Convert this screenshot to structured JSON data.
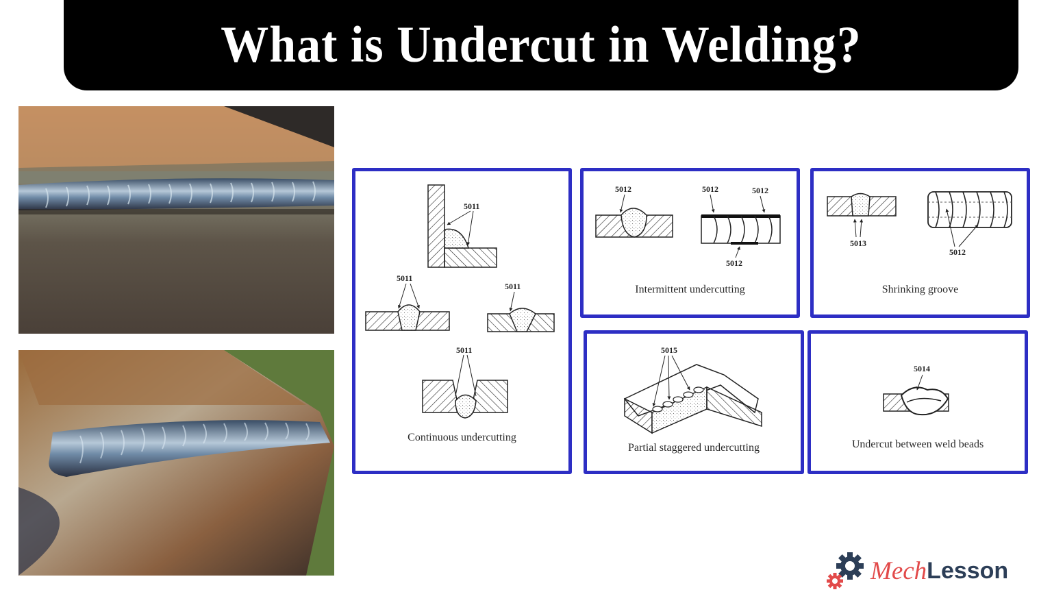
{
  "header": {
    "title": "What is Undercut in Welding?"
  },
  "photos": [
    {
      "name": "weld-photo-undercut-flat",
      "description": "Close-up photo of a weld bead showing undercut along its edge"
    },
    {
      "name": "weld-photo-undercut-corner",
      "description": "Close-up photo of a corner weld bead showing undercut groove"
    }
  ],
  "panels": [
    {
      "caption": "Continuous undercutting",
      "labels": [
        "5011",
        "5011",
        "5011",
        "5011"
      ]
    },
    {
      "caption": "Intermittent undercutting",
      "labels": [
        "5012",
        "5012",
        "5012",
        "5012"
      ]
    },
    {
      "caption": "Shrinking groove",
      "labels": [
        "5013",
        "5012"
      ]
    },
    {
      "caption": "Partial staggered undercutting",
      "labels": [
        "5015"
      ]
    },
    {
      "caption": "Undercut between weld beads",
      "labels": [
        "5014"
      ]
    }
  ],
  "colors": {
    "panel_border": "#2d2ec4",
    "title_bg": "#000000",
    "logo_red": "#e24a4a",
    "logo_navy": "#2c3e57"
  },
  "logo": {
    "part1": "Mech",
    "part2": "Lesson"
  }
}
